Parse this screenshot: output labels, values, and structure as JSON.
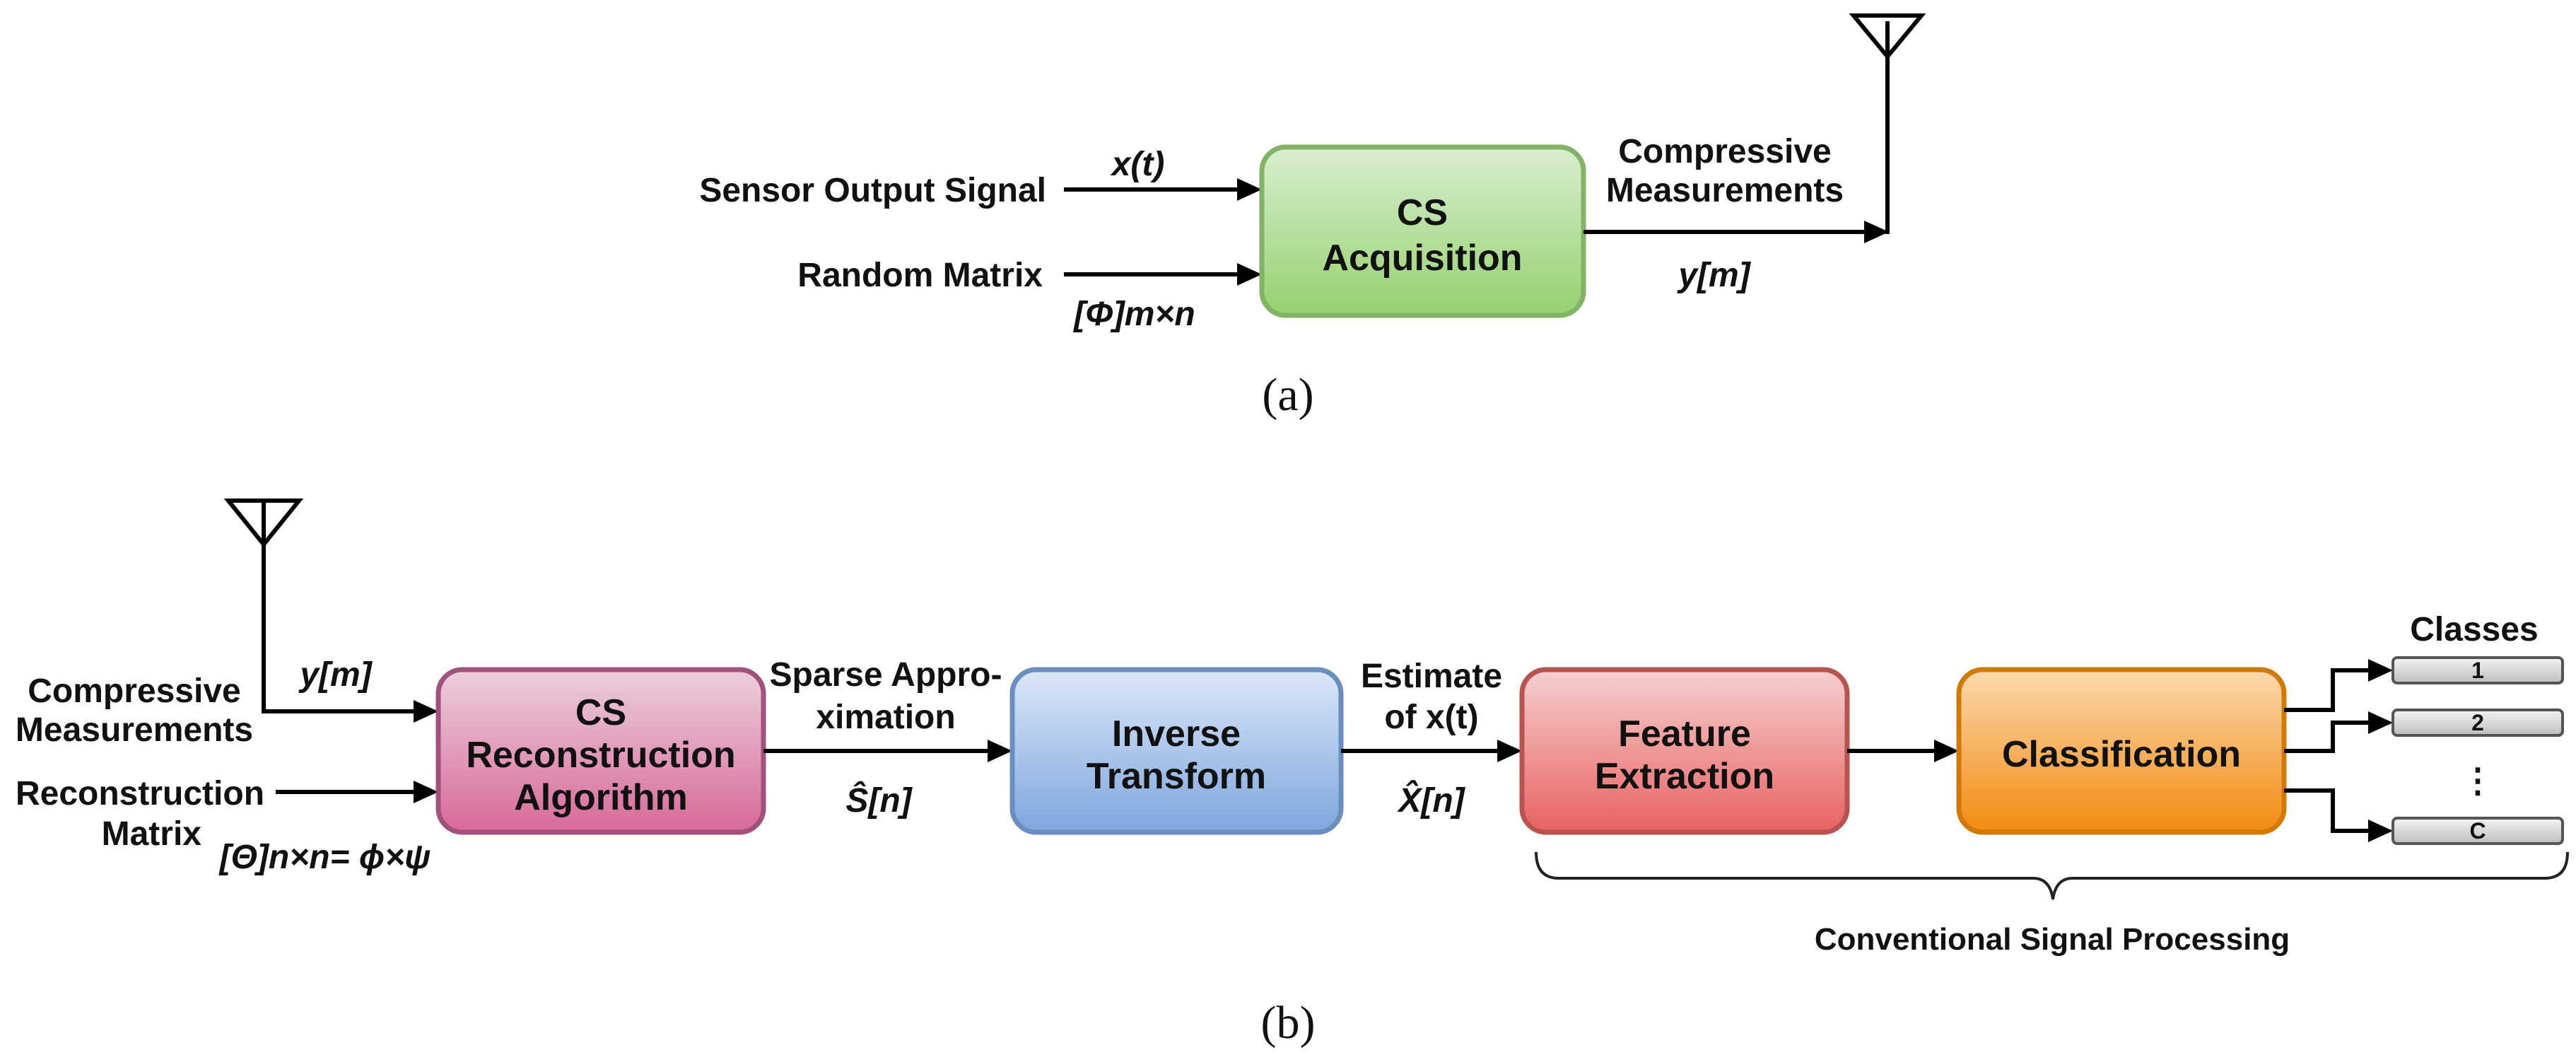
{
  "panel_a": {
    "caption": "(a)",
    "input_signal_label": "Sensor Output Signal",
    "input_signal_symbol": "x(t)",
    "random_matrix_label": "Random Matrix",
    "random_matrix_symbol": "[Φ]m×n",
    "block": {
      "line1": "CS",
      "line2": "Acquisition",
      "color": "#8fcf6a"
    },
    "output_label_line1": "Compressive",
    "output_label_line2": "Measurements",
    "output_symbol": "y[m]"
  },
  "panel_b": {
    "caption": "(b)",
    "input_label_line1": "Compressive",
    "input_label_line2": "Measurements",
    "input_symbol": "y[m]",
    "recon_matrix_line1": "Reconstruction",
    "recon_matrix_line2": "Matrix",
    "recon_matrix_symbol": "[Θ]n×n= ϕ×ψ",
    "blocks": [
      {
        "line1": "CS",
        "line2": "Reconstruction",
        "line3": "Algorithm",
        "color": "#d86e9a"
      },
      {
        "line1": "Inverse",
        "line2": "Transform",
        "color": "#7ea6de"
      },
      {
        "line1": "Feature",
        "line2": "Extraction",
        "color": "#e86464"
      },
      {
        "line1": "Classification",
        "color": "#f08b14"
      }
    ],
    "sparse_label_line1": "Sparse Appro-",
    "sparse_label_line2": "ximation",
    "sparse_symbol": "Ŝ[n]",
    "estimate_label_line1": "Estimate",
    "estimate_label_line2": "of x(t)",
    "estimate_symbol": "X̂[n]",
    "classes_title": "Classes",
    "classes": [
      "1",
      "2",
      "C"
    ],
    "ellipsis": "⋮",
    "bracket_label": "Conventional Signal Processing"
  }
}
